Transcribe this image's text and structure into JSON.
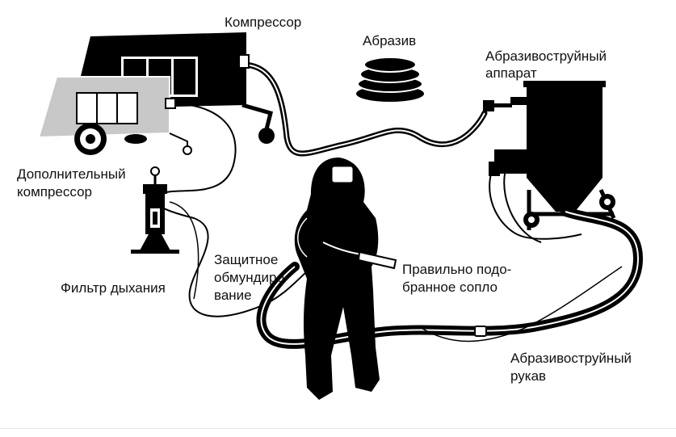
{
  "labels": {
    "compressor": "Компрессор",
    "abrasive": "Абразив",
    "blast_machine_line1": "Абразивоструйный",
    "blast_machine_line2": "аппарат",
    "extra_compressor_line1": "Дополнительный",
    "extra_compressor_line2": "компрессор",
    "breathing_filter": "Фильтр дыхания",
    "protective_suit_line1": "Защитное",
    "protective_suit_line2": "обмундиро-",
    "protective_suit_line3": "вание",
    "nozzle_line1": "Правильно подо-",
    "nozzle_line2": "бранное сопло",
    "blast_hose_line1": "Абразивоструйный",
    "blast_hose_line2": "рукав"
  },
  "colors": {
    "ink": "#000000",
    "grey_unit": "#c8c8c8",
    "background": "#ffffff"
  },
  "icons": {
    "compressor": "main-compressor-icon",
    "extra_compressor": "auxiliary-compressor-icon",
    "abrasive": "abrasive-pile-icon",
    "blast_machine": "blast-pot-icon",
    "filter": "breathing-filter-icon",
    "operator": "operator-in-suit-icon"
  }
}
